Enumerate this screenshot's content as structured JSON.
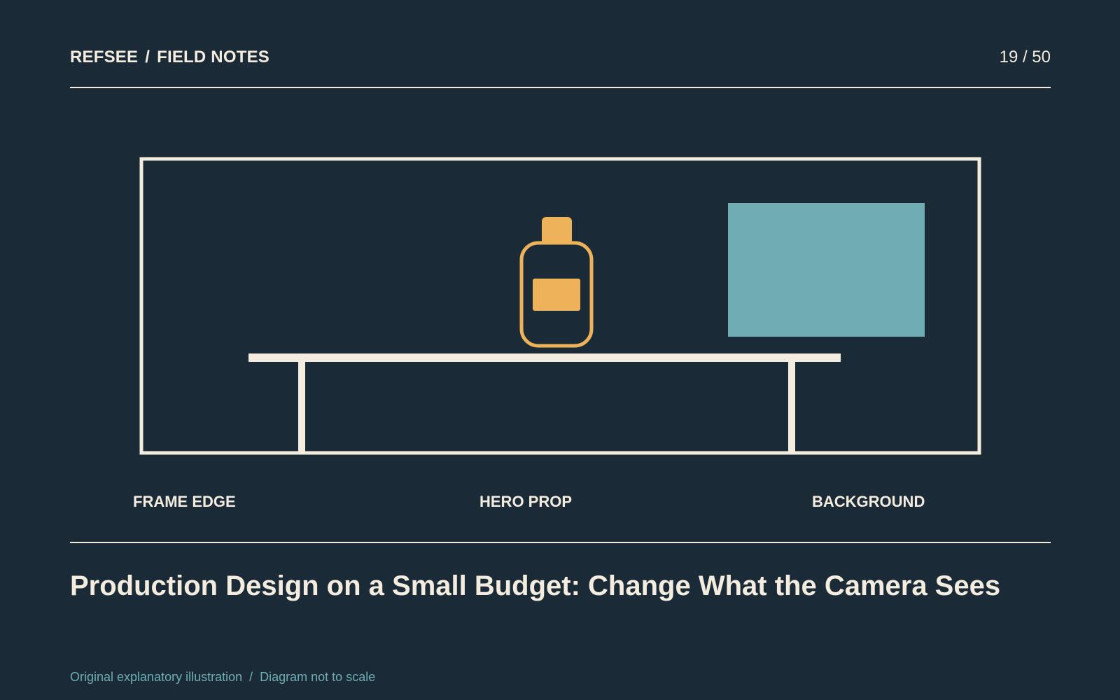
{
  "header": {
    "brand": "REFSEE",
    "separator": "/",
    "section": "FIELD NOTES",
    "page_counter": "19 / 50"
  },
  "diagram": {
    "labels": {
      "frame_edge": "FRAME EDGE",
      "hero_prop": "HERO PROP",
      "background": "BACKGROUND"
    },
    "colors": {
      "background": "#1a2a36",
      "line": "#f3ecdf",
      "hero_prop": "#eeb25a",
      "background_panel": "#6eadb3"
    }
  },
  "title": "Production Design on a Small Budget: Change What the Camera Sees",
  "caption": {
    "left": "Original explanatory illustration",
    "separator": "/",
    "right": "Diagram not to scale"
  }
}
